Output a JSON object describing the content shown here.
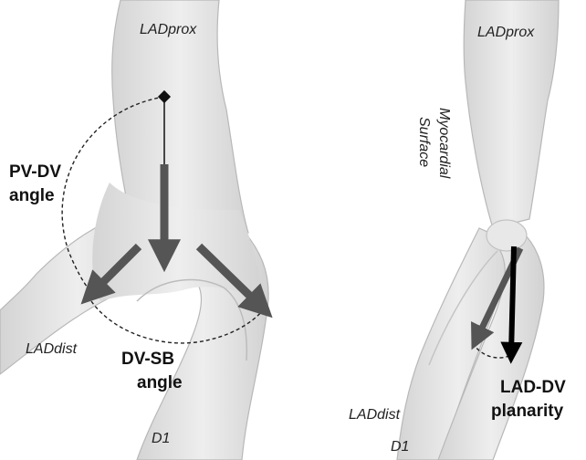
{
  "left_panel": {
    "proximal_label": "LADprox",
    "distal_label": "LADdist",
    "side_branch_label": "D1",
    "pv_dv_angle": [
      "PV-DV",
      "angle"
    ],
    "dv_sb_angle": [
      "DV-SB",
      "angle"
    ]
  },
  "right_panel": {
    "proximal_label": "LADprox",
    "surface_label": [
      "Myocardial",
      "Surface"
    ],
    "distal_label": "LADdist",
    "side_branch_label": "D1",
    "planarity_label": [
      "LAD-DV",
      "planarity"
    ]
  },
  "colors": {
    "vessel_fill": "#e3e3e3",
    "vessel_edge": "#b8b8b8",
    "arrow_gray": "#555555",
    "arrow_black": "#000000",
    "background": "#ffffff"
  }
}
